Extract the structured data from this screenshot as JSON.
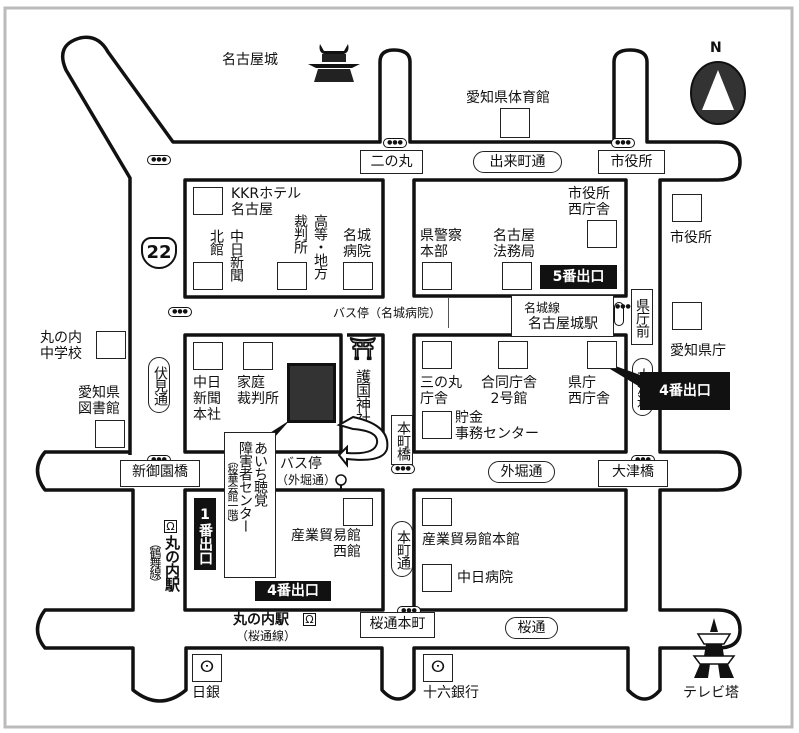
{
  "landmarks": {
    "nagoya_castle": "名古屋城",
    "north": "N",
    "aichi_gym": "愛知県体育館",
    "kkr_hotel": "KKRホテル\n名古屋",
    "chunichi_kitakan_a": "北館",
    "chunichi_kitakan_b": "中日新聞",
    "court_a": "裁判所",
    "court_b": "高等・地方",
    "meijo_hospital": "名城\n病院",
    "police_hq": "県警察\n本部",
    "legal_bureau": "名古屋\n法務局",
    "city_west": "市役所\n西庁舎",
    "city_hall": "市役所",
    "pref_office": "愛知県庁",
    "chunichi_hq": "中日\n新聞\n本社",
    "family_court": "家庭\n裁判所",
    "gokoku_shrine": "護国神社",
    "sannomaru": "三の丸\n庁舎",
    "joint_office": "合同庁舎\n2号館",
    "pref_west": "県庁\n西庁舎",
    "savings_center": "貯金\n事務センター",
    "marunouchi_jhs": "丸の内\n中学校",
    "pref_library": "愛知県\n図書館",
    "center_a": "あいち聴覚",
    "center_b": "障害者センター",
    "center_c": "（桜華会館一階）",
    "trade_west": "産業貿易館\n西館",
    "trade_main": "産業貿易館本館",
    "chunichi_hospital": "中日病院",
    "boj": "日銀",
    "juroku_bank": "十六銀行",
    "tv_tower": "テレビ塔"
  },
  "roads": {
    "route": "22",
    "demachi": "出来町通",
    "fushimi": "伏見通",
    "otsu": "大津通",
    "sotobori": "外堀通",
    "honmachi": "本町通",
    "sakura": "桜通"
  },
  "intersections": {
    "ninomaru": "二の丸",
    "shiyakusho": "市役所",
    "kenchomae": "県庁前",
    "shinmisonobashi": "新御園橋",
    "honmachibashi": "本町橋",
    "otsubashi": "大津橋",
    "sakuradori_honmachi": "桜通本町"
  },
  "bus_stops": {
    "meijo": "バス停（名城病院）",
    "sotobori_a": "バス停",
    "sotobori_b": "（外堀通）"
  },
  "stations": {
    "meijo_line": "名城線",
    "nagoyajo_station": "名古屋城駅",
    "marunouchi_tsurumai": "丸の内駅",
    "tsurumai_line": "（鶴舞線）",
    "marunouchi_sakura": "丸の内駅",
    "sakura_line": "（桜通線）"
  },
  "exits": {
    "exit5": "5番出口",
    "exit4_right": "4番出口",
    "exit1": "1番出口",
    "exit4_bottom": "4番出口"
  },
  "colors": {
    "line": "#111111",
    "target": "#333333",
    "frame": "#bbbbbb"
  }
}
